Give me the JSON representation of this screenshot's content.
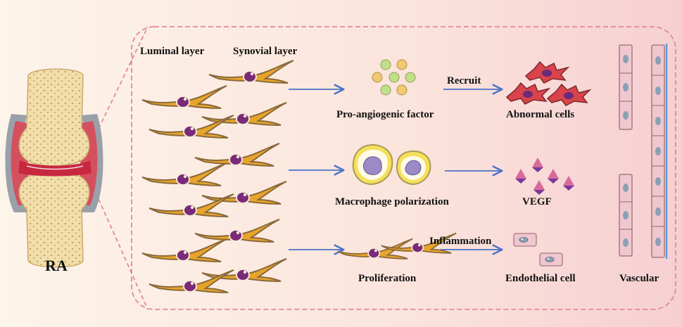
{
  "joint_label": "RA",
  "layer_labels": {
    "luminal": "Luminal layer",
    "synovial": "Synovial layer"
  },
  "pathways": [
    {
      "process": "Pro-angiogenic factor",
      "edge_label": "Recruit",
      "outcome": "Abnormal cells"
    },
    {
      "process": "Macrophage polarization",
      "edge_label": "",
      "outcome": "VEGF"
    },
    {
      "process": "Proliferation",
      "edge_label": "Inflammation",
      "outcome": "Endothelial cell"
    }
  ],
  "vessel_label": "Vascular",
  "colors": {
    "background_left": "#fdf4ea",
    "background_right": "#f6cfd2",
    "dashed_border": "#e08b93",
    "arrow": "#4a73c8",
    "fibroblast_body": "#e8a42a",
    "fibroblast_outline": "#8a6a3c",
    "nucleus": "#7a2a78",
    "bone": "#f1deaa",
    "cartilage_inflamed": "#c8283f",
    "abnormal_cell": "#d9434b",
    "vegf_pink": "#d86a9a",
    "vegf_purple": "#7a3a9a",
    "endothelial": "#f0c6cf"
  }
}
